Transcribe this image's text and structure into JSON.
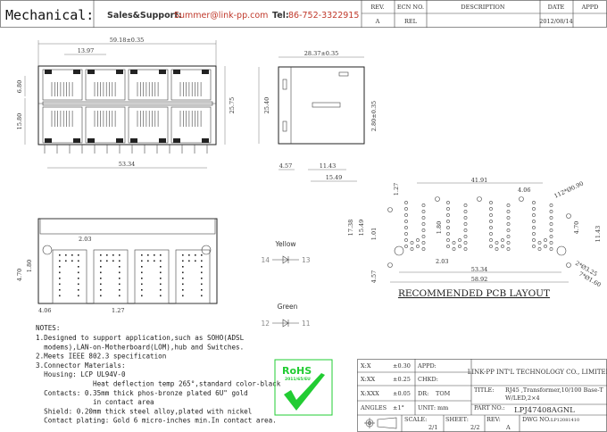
{
  "header": {
    "title": "Mechanical:",
    "sales_label": "Sales&Support:",
    "sales_email": "Summer@link-pp.com",
    "tel_label": "Tel:",
    "tel_number": "86-752-3322915",
    "revision_table": {
      "columns": [
        "REV.",
        "ECN NO.",
        "DESCRIPTION",
        "DATE",
        "APPD"
      ],
      "rows": [
        [
          "A",
          "REL",
          "",
          "2012/08/14",
          ""
        ]
      ]
    }
  },
  "drawing": {
    "front_view": {
      "width": "59.18±0.35",
      "pitch": "13.97",
      "height": "25.75",
      "port_height": "6.80",
      "lower_height": "15.80",
      "peg_spacing": "53.34"
    },
    "side_view": {
      "depth": "28.37±0.35",
      "height": "25.40",
      "pin_len": "2.80±0.35",
      "d1": "4.57",
      "d2": "11.43",
      "d3": "15.49"
    },
    "bottom_view": {
      "d1": "2.03",
      "d2": "4.70",
      "d3": "1.80",
      "d4": "4.06",
      "d5": "1.27"
    },
    "leds": [
      {
        "color_label": "Yellow",
        "pin_a": "14",
        "pin_b": "13"
      },
      {
        "color_label": "Green",
        "pin_a": "12",
        "pin_b": "11"
      }
    ],
    "pcb_layout": {
      "title": "RECOMMENDED PCB LAYOUT",
      "d_41_91": "41.91",
      "d_4_06": "4.06",
      "holes": "112*Ø0.90",
      "d_1_27": "1.27",
      "d_17_38": "17.38",
      "d_15_49": "15.49",
      "d_1_01": "1.01",
      "d_1_80": "1.80",
      "d_4_57": "4.57",
      "d_2_03": "2.03",
      "d_53_34": "53.34",
      "d_58_92": "58.92",
      "d_4_70": "4.70",
      "d_11_43": "11.43",
      "big_holes": "2*Ø3.25",
      "small_holes": "7*Ø1.60"
    }
  },
  "notes": {
    "heading": "NOTES:",
    "lines": [
      "1.Designed to support application,such as SOHO(ADSL",
      "  modems),LAN-on-Motherboard(LOM),hub and Switches.",
      "2.Meets IEEE 802.3 specification",
      "3.Connector Materials:",
      "  Housing: LCP UL94V-0",
      "              Heat deflection temp 265°,standard color-black",
      "  Contacts: 0.35mm thick phos-bronze plated 6U\" gold",
      "              in contact area",
      "  Shield: 0.20mm thick steel alloy,plated with nickel",
      "  Contact plating: Gold 6 micro-inches min.In contact area."
    ]
  },
  "rohs": {
    "label": "RoHS",
    "sub": "2011/65/EU",
    "color": "#22cc33"
  },
  "title_block": {
    "tolerances": [
      [
        "X:X",
        "±0.30"
      ],
      [
        "X:XX",
        "±0.25"
      ],
      [
        "X:XXX",
        "±0.05"
      ],
      [
        "ANGLES",
        "±1°"
      ]
    ],
    "appd_label": "APPD:",
    "chkd_label": "CHKD:",
    "dr_label": "DR:",
    "dr_value": "TOM",
    "unit_label": "UNIT:",
    "unit_value": "mm",
    "company": "LINK-PP INT'L TECHNOLOGY CO., LIMITED",
    "title_label": "TITLE:",
    "title_line1": "RJ45 ,Transformer,10/100 Base-T",
    "title_line2": "W/LED,2×4",
    "part_label": "PART NO.:",
    "part_no": "LPJ47408AGNL",
    "scale_label": "SCALE:",
    "scale_value": "2/1",
    "sheet_label": "SHEET:",
    "sheet_value": "2/2",
    "rev_label": "REV:",
    "rev_value": "A",
    "dwg_label": "DWG NO.:",
    "dwg_value": "LP12081410"
  },
  "colors": {
    "accent_red": "#c0392b",
    "label_dark": "#333333"
  }
}
